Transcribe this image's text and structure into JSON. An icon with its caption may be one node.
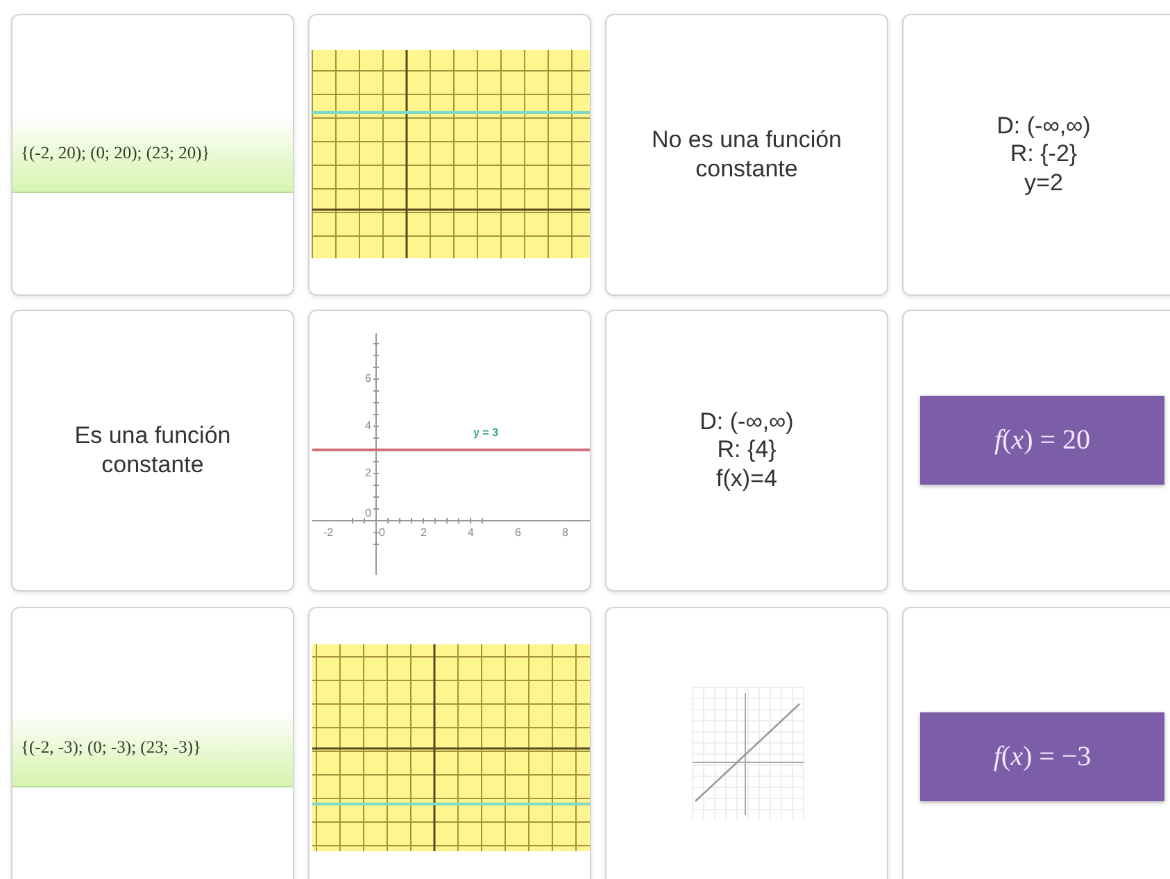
{
  "diagram": {
    "nodes": [
      {
        "text": [
          "{(-2, 20); (0; 20); (23; 20)}"
        ]
      },
      {
        "text": [],
        "shape": "picture"
      },
      {
        "text": [
          "No es una función constante"
        ]
      },
      {
        "text": [
          "D: (-∞,∞)",
          "R: {-2}",
          "y=2"
        ]
      },
      {
        "text": [
          "Es una función constante"
        ]
      },
      {
        "text": [],
        "shape": "picture"
      },
      {
        "text": [
          "D: (-∞,∞)",
          "R: {4}",
          "f(x)=4"
        ]
      },
      {
        "text": [
          "*f*(*x*) = 20"
        ]
      },
      {
        "text": [
          "{(-2, -3); (0; -3); (23; -3)}"
        ]
      },
      {
        "text": [],
        "shape": "picture"
      },
      {
        "text": [],
        "shape": "picture"
      },
      {
        "text": [
          "*f*(*x*) = −3"
        ]
      }
    ],
    "labels": [
      "y = 3",
      "6",
      "4",
      "2",
      "0",
      "-2",
      "0",
      "2",
      "4",
      "6",
      "8"
    ]
  }
}
